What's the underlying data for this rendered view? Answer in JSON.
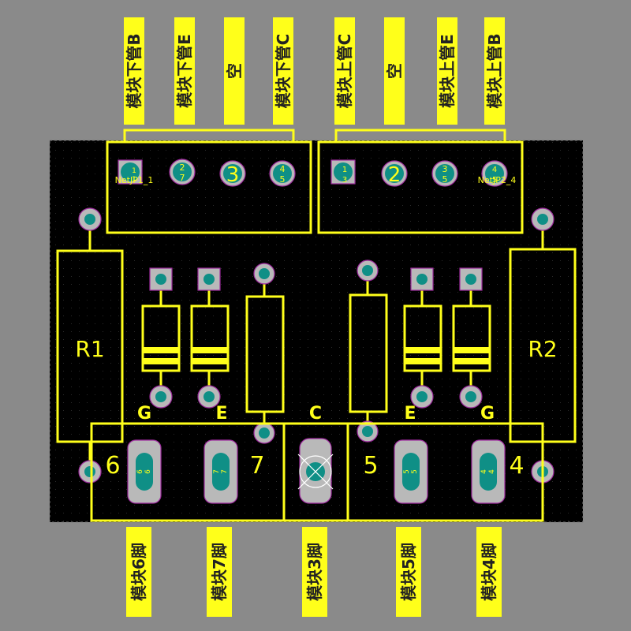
{
  "colors": {
    "background": "#8a8a8a",
    "board": "#000000",
    "silkscreen": "#ffff1a",
    "pad": "#b9b9b9",
    "drill": "#0f8f86",
    "pad_outline": "#9d2a9d"
  },
  "top_pins": [
    {
      "label": "模块下管B"
    },
    {
      "label": "模块下管E"
    },
    {
      "label": "空"
    },
    {
      "label": "模块下管C"
    },
    {
      "label": "模块上管C"
    },
    {
      "label": "空"
    },
    {
      "label": "模块上管E"
    },
    {
      "label": "模块上管B"
    }
  ],
  "bottom_pins": [
    {
      "label": "模块6脚"
    },
    {
      "label": "模块7脚"
    },
    {
      "label": "模块3脚"
    },
    {
      "label": "模块5脚"
    },
    {
      "label": "模块4脚"
    }
  ],
  "connector_left": {
    "pads": [
      {
        "top": "1",
        "bottom": "1",
        "net": "NetJP1_1"
      },
      {
        "top": "2",
        "bottom": "7"
      },
      {
        "top": "3",
        "bottom": ""
      },
      {
        "top": "4",
        "bottom": "5"
      }
    ]
  },
  "connector_right": {
    "pads": [
      {
        "top": "1",
        "bottom": "3"
      },
      {
        "top": "2",
        "bottom": ""
      },
      {
        "top": "3",
        "bottom": "5"
      },
      {
        "top": "4",
        "bottom": "5",
        "net": "NetJP2_4"
      }
    ]
  },
  "resistors": [
    {
      "label": "R1"
    },
    {
      "label": "R2"
    }
  ],
  "terminal_letters": [
    "G",
    "E",
    "C",
    "E",
    "G"
  ],
  "side_numbers": [
    "6",
    "7",
    "5",
    "4"
  ],
  "oval_pads": [
    {
      "top": "6",
      "bottom": "6"
    },
    {
      "top": "7",
      "bottom": "7"
    },
    {
      "top": "5",
      "bottom": "5"
    },
    {
      "top": "4",
      "bottom": "4"
    }
  ]
}
